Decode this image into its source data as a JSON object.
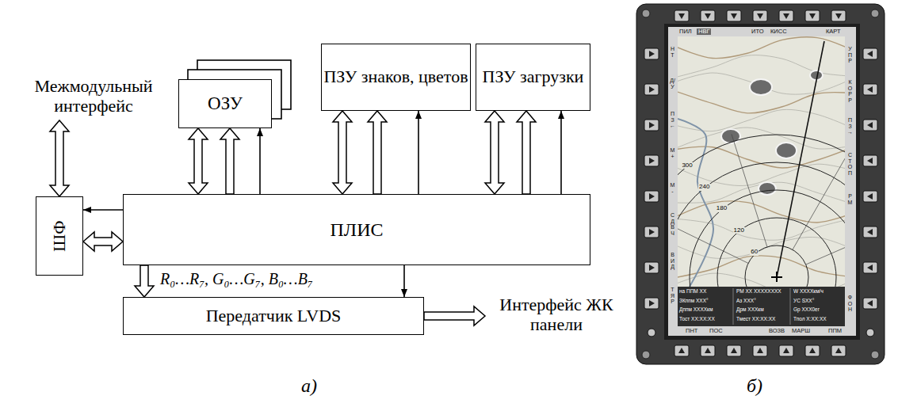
{
  "diagram": {
    "nodes": [
      {
        "text": [
          "ОЗУ"
        ]
      },
      {
        "text": [
          "ПЗУ знаков, цветов"
        ]
      },
      {
        "text": [
          "ПЗУ загрузки"
        ]
      },
      {
        "text": [
          "ШФ"
        ]
      },
      {
        "text": [
          "ПЛИС"
        ]
      },
      {
        "text": [
          "Передатчик LVDS"
        ]
      }
    ],
    "edges": [
      {
        "from": 4,
        "to": 0,
        "arrow": "both"
      },
      {
        "from": 4,
        "to": 0,
        "arrow": "to"
      },
      {
        "from": 4,
        "to": 0,
        "arrow": "to"
      },
      {
        "from": 4,
        "to": 1,
        "arrow": "both"
      },
      {
        "from": 4,
        "to": 1,
        "arrow": "to"
      },
      {
        "from": 4,
        "to": 1,
        "arrow": "to"
      },
      {
        "from": 4,
        "to": 2,
        "arrow": "both"
      },
      {
        "from": 4,
        "to": 2,
        "arrow": "to"
      },
      {
        "from": 4,
        "to": 2,
        "arrow": "to"
      },
      {
        "from": 4,
        "to": 3,
        "arrow": "to"
      },
      {
        "from": 3,
        "to": 4,
        "arrow": "both"
      },
      {
        "from": 4,
        "to": 5,
        "arrow": "to",
        "label": "R₀…R₇, G₀…G₇, B₀…B₇"
      },
      {
        "from": 4,
        "to": 5,
        "arrow": "to"
      }
    ],
    "labels": [
      "Межмодульный интерфейс",
      "Интерфейс ЖК панели",
      "а)",
      "б)",
      "ПИЛ",
      "НВГ",
      "ИТО",
      "КИСС",
      "КАРТ",
      "НТ",
      "Д/У",
      "ПЗ←",
      "М+",
      "М-",
      "СДВЧ",
      "ВИД",
      "ТЯР",
      "УПР",
      "КОРР",
      "ПЗ→",
      "СТОП",
      "РМ",
      "ФОН",
      "300",
      "240",
      "180",
      "120",
      "60",
      "на ППМ XX",
      "ЗКппм XXX°",
      "Дппм XXXXкм",
      "Тост XX:XX:XX",
      "РМ XX XXXXXXXX",
      "Аз XXX°",
      "Дрм XXXкм",
      "Тмест XX:XX:XX",
      "W XXXXкм/ч",
      "УС SXX°",
      "Gp XXX0er",
      "Тпол X:XX:XX",
      "ПНТ",
      "ПОС",
      "ВОЗВ",
      "МАРШ",
      "ППМ"
    ]
  }
}
